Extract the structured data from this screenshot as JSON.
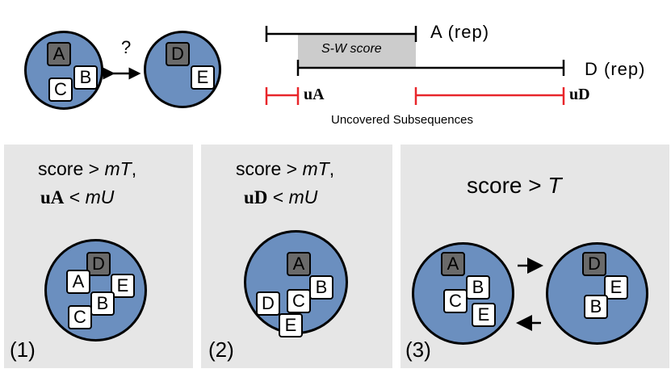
{
  "top": {
    "question_mark": "?",
    "left_cluster": {
      "representative": "A",
      "members": [
        "B",
        "C"
      ]
    },
    "right_cluster": {
      "representative": "D",
      "members": [
        "E"
      ]
    },
    "seqA_label": "A (rep)",
    "seqD_label": "D (rep)",
    "sw_score_label": "S-W score",
    "uA_label": "uA",
    "uD_label": "uD",
    "uncovered_label": "Uncovered Subsequences"
  },
  "panels": [
    {
      "number": "(1)",
      "line1": {
        "prefix": "score > ",
        "var": "mT",
        "suffix": ","
      },
      "line2": {
        "bold": "uA",
        "op": " < ",
        "var": "mU"
      },
      "cluster": {
        "representative": "D",
        "members": [
          "A",
          "E",
          "B",
          "C"
        ]
      }
    },
    {
      "number": "(2)",
      "line1": {
        "prefix": "score > ",
        "var": "mT",
        "suffix": ","
      },
      "line2": {
        "bold": "uD",
        "op": " < ",
        "var": "mU"
      },
      "cluster": {
        "representative": "A",
        "members": [
          "B",
          "C",
          "D",
          "E"
        ]
      }
    },
    {
      "number": "(3)",
      "line1": {
        "prefix": "score > ",
        "var": "T",
        "suffix": ""
      },
      "left_cluster": {
        "representative": "A",
        "members": [
          "B",
          "C",
          "E"
        ]
      },
      "right_cluster": {
        "representative": "D",
        "members": [
          "E",
          "B"
        ]
      }
    }
  ],
  "colors": {
    "panel_bg": "#e6e6e6",
    "cluster_fill": "#6b8fbf",
    "representative_fill": "#6a6a6a",
    "member_fill": "#ffffff",
    "uncovered_line": "#e8262b",
    "sw_score_fill": "#cccccc"
  }
}
